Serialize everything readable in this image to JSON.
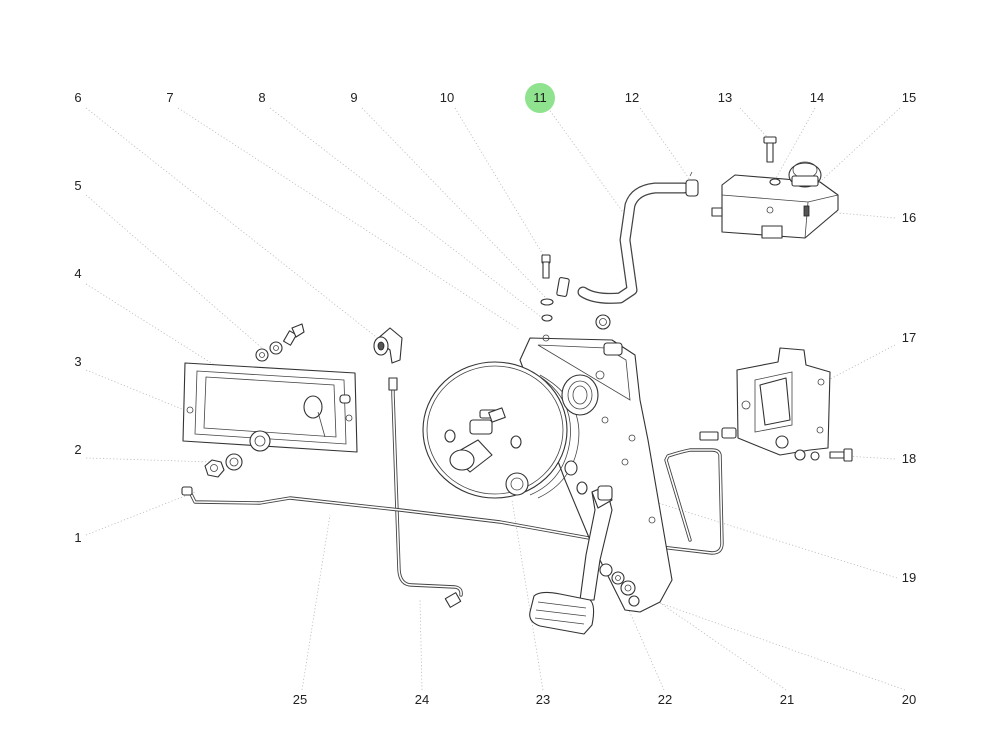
{
  "diagram": {
    "active_callout": "11",
    "callouts": [
      {
        "id": "c6",
        "label": "6"
      },
      {
        "id": "c7",
        "label": "7"
      },
      {
        "id": "c8",
        "label": "8"
      },
      {
        "id": "c9",
        "label": "9"
      },
      {
        "id": "c10",
        "label": "10"
      },
      {
        "id": "c11",
        "label": "11"
      },
      {
        "id": "c12",
        "label": "12"
      },
      {
        "id": "c13",
        "label": "13"
      },
      {
        "id": "c14",
        "label": "14"
      },
      {
        "id": "c15",
        "label": "15"
      },
      {
        "id": "c5",
        "label": "5"
      },
      {
        "id": "c16",
        "label": "16"
      },
      {
        "id": "c4",
        "label": "4"
      },
      {
        "id": "c17",
        "label": "17"
      },
      {
        "id": "c3",
        "label": "3"
      },
      {
        "id": "c2",
        "label": "2"
      },
      {
        "id": "c18",
        "label": "18"
      },
      {
        "id": "c1",
        "label": "1"
      },
      {
        "id": "c19",
        "label": "19"
      },
      {
        "id": "c25",
        "label": "25"
      },
      {
        "id": "c24",
        "label": "24"
      },
      {
        "id": "c23",
        "label": "23"
      },
      {
        "id": "c22",
        "label": "22"
      },
      {
        "id": "c21",
        "label": "21"
      },
      {
        "id": "c20",
        "label": "20"
      }
    ],
    "colors": {
      "highlight": "#8fe38f",
      "line": "#333333",
      "leader": "#b9b9b9",
      "background": "#ffffff"
    }
  }
}
